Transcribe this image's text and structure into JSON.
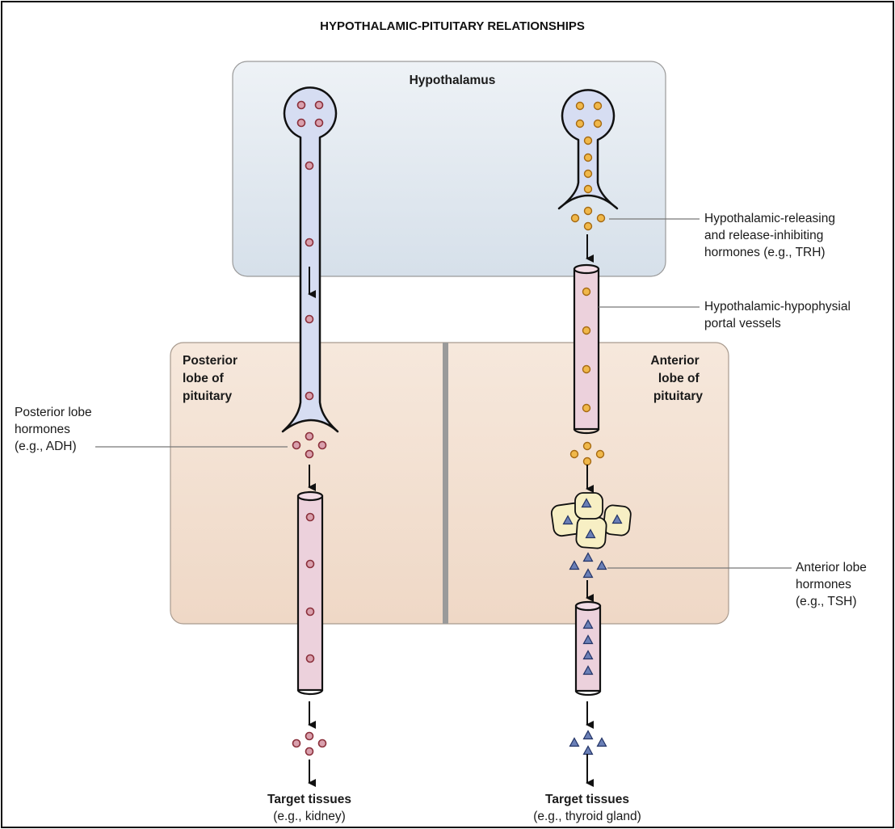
{
  "title": "HYPOTHALAMIC-PITUITARY RELATIONSHIPS",
  "regions": {
    "hypothalamus": "Hypothalamus",
    "posterior": [
      "Posterior",
      "lobe of",
      "pituitary"
    ],
    "anterior": [
      "Anterior",
      "lobe of",
      "pituitary"
    ]
  },
  "labels": {
    "releasing": [
      "Hypothalamic-releasing",
      "and release-inhibiting",
      "hormones (e.g., TRH)"
    ],
    "portal": [
      "Hypothalamic-hypophysial",
      "portal vessels"
    ],
    "posterior_hormones": [
      "Posterior lobe",
      "hormones",
      "(e.g., ADH)"
    ],
    "anterior_hormones": [
      "Anterior lobe",
      "hormones",
      "(e.g., TSH)"
    ]
  },
  "targets": {
    "left": {
      "title": "Target tissues",
      "example": "(e.g., kidney)"
    },
    "right": {
      "title": "Target tissues",
      "example": "(e.g., thyroid gland)"
    }
  },
  "colors": {
    "hypothalamus_fill": "#dfe7ef",
    "pituitary_fill": "#f3e0d1",
    "neuron_fill": "#d6ddf2",
    "vessel_fill": "#ecd1dc",
    "adh_dot": "#d9a0ad",
    "trh_dot": "#f0b84a",
    "tsh_triangle": "#6a7fb6",
    "cell_fill": "#f7efc4"
  }
}
